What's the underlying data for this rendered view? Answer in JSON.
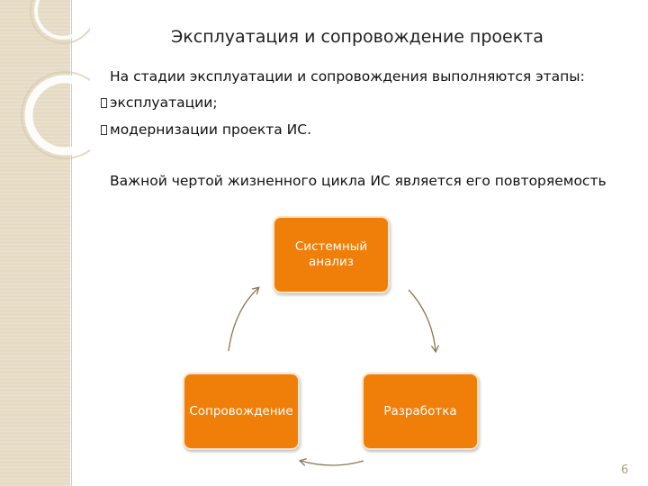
{
  "slide": {
    "title": "Эксплуатация и сопровождение проекта",
    "intro": "На стадии эксплуатации и сопровождения выполняются этапы:",
    "bullets": [
      "эксплуатации;",
      "модернизации проекта ИС."
    ],
    "note": "Важной чертой жизненного цикла ИС является его повторяемость",
    "page_number": "6"
  },
  "cycle": {
    "nodes": [
      "Системный анализ",
      "Разработка",
      "Сопровождение"
    ],
    "node_color": "#f07f09",
    "arrow_color": "#8a7a50"
  }
}
